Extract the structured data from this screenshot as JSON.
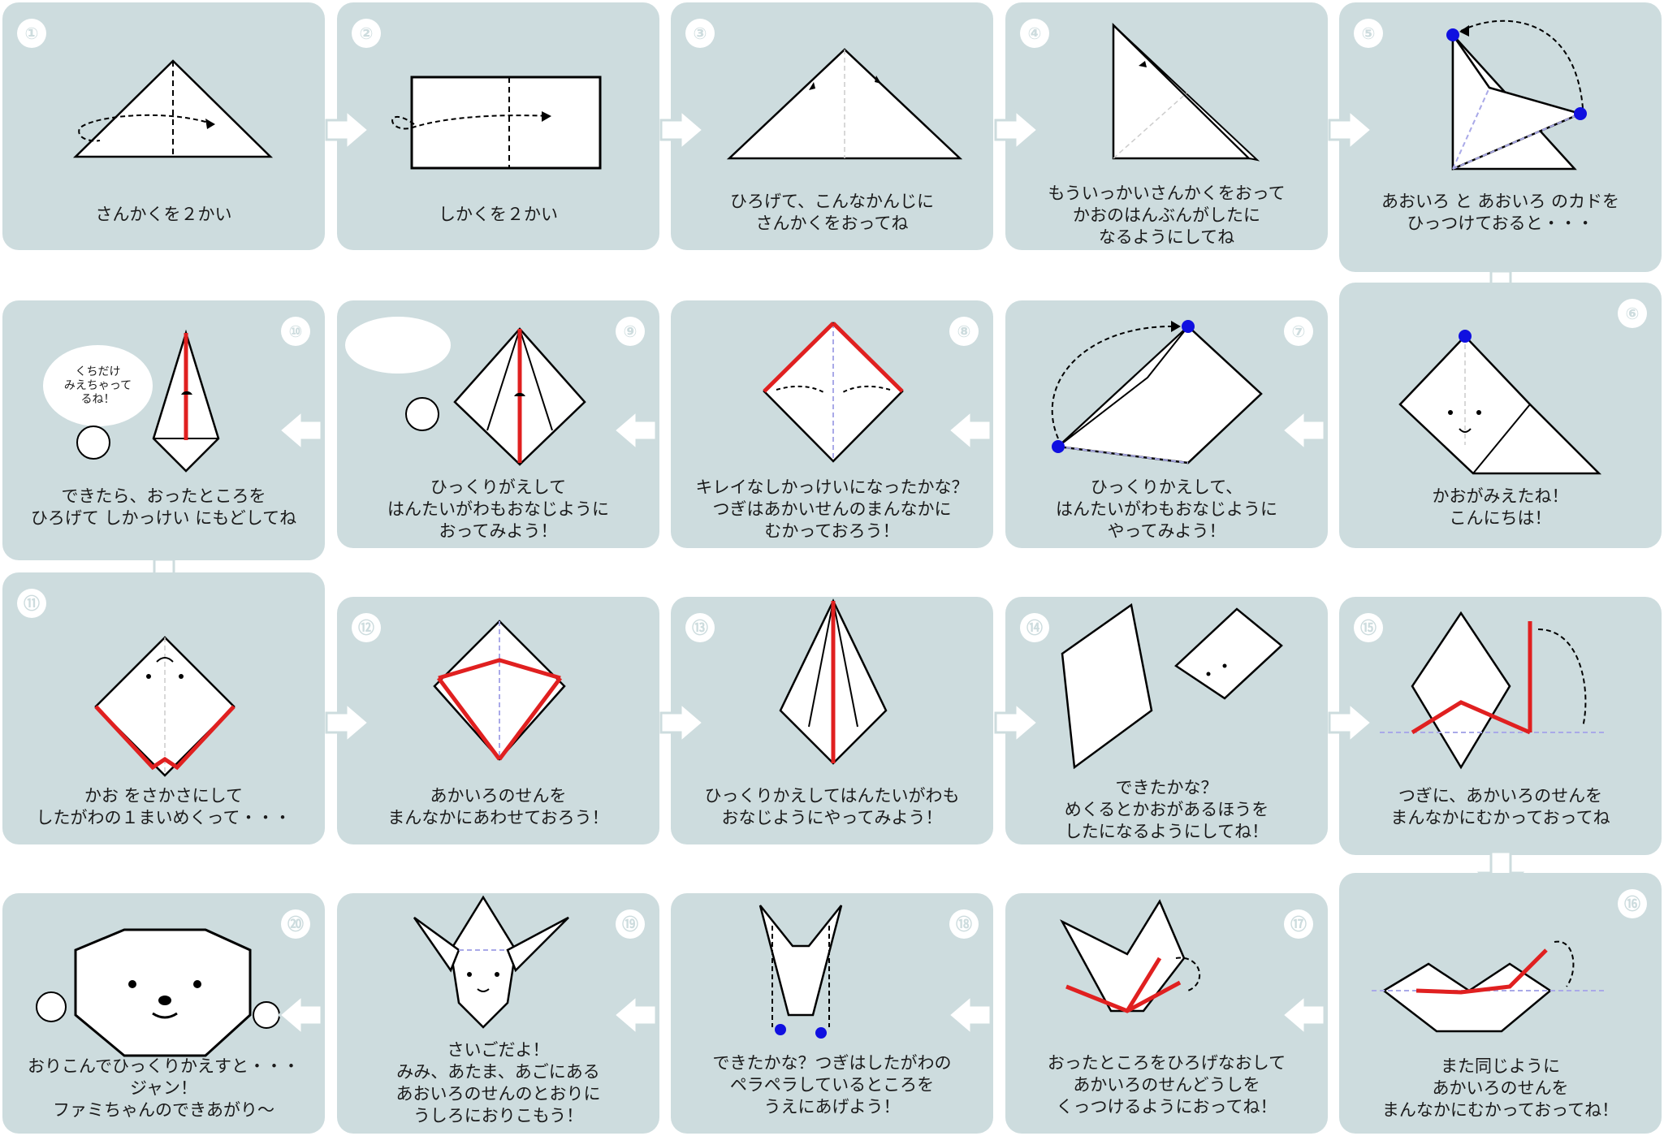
{
  "colors": {
    "card": "#cddcde",
    "red": "#e02020",
    "blue": "#1010e0",
    "fold_line": "#a9a9e8"
  },
  "steps": [
    {
      "num": "①",
      "caption": "さんかくを２かい"
    },
    {
      "num": "②",
      "caption": "しかくを２かい"
    },
    {
      "num": "③",
      "caption": "ひろげて、こんなかんじに\nさんかくをおってね"
    },
    {
      "num": "④",
      "caption": "もういっかいさんかくをおって\nかおのはんぶんがしたに\nなるようにしてね"
    },
    {
      "num": "⑤",
      "caption": "あおいろ と あおいろ のカドを\nひっつけておると・・・"
    },
    {
      "num": "⑥",
      "caption": "かおがみえたね！\nこんにちは！"
    },
    {
      "num": "⑦",
      "caption": "ひっくりかえして、\nはんたいがわもおなじように\nやってみよう！"
    },
    {
      "num": "⑧",
      "caption": "キレイなしかっけいになったかな？\nつぎはあかいせんのまんなかに\nむかっておろう！"
    },
    {
      "num": "⑨",
      "caption": "ひっくりがえして\nはんたいがわもおなじように\nおってみよう！"
    },
    {
      "num": "⑩",
      "caption": "できたら、おったところを\nひろげて しかっけい にもどしてね",
      "bubble": "くちだけ\nみえちゃって\nるね！"
    },
    {
      "num": "⑪",
      "caption": "かお をさかさにして\nしたがわの１まいめくって・・・"
    },
    {
      "num": "⑫",
      "caption": "あかいろのせんを\nまんなかにあわせておろう！"
    },
    {
      "num": "⑬",
      "caption": "ひっくりかえしてはんたいがわも\nおなじようにやってみよう！"
    },
    {
      "num": "⑭",
      "caption": "できたかな？\nめくるとかおがあるほうを\nしたになるようにしてね！"
    },
    {
      "num": "⑮",
      "caption": "つぎに、あかいろのせんを\nまんなかにむかっておってね"
    },
    {
      "num": "⑯",
      "caption": "また同じように\nあかいろのせんを\nまんなかにむかっておってね！"
    },
    {
      "num": "⑰",
      "caption": "おったところをひろげなおして\nあかいろのせんどうしを\nくっつけるようにおってね！"
    },
    {
      "num": "⑱",
      "caption": "できたかな？つぎはしたがわの\nペラペラしているところを\nうえにあげよう！"
    },
    {
      "num": "⑲",
      "caption": "さいごだよ！\nみみ、あたま、あごにある\nあおいろのせんのとおりに\nうしろにおりこもう！"
    },
    {
      "num": "⑳",
      "caption": "おりこんでひっくりかえすと・・・\nジャン！\nファミちゃんのできあがり〜"
    }
  ]
}
